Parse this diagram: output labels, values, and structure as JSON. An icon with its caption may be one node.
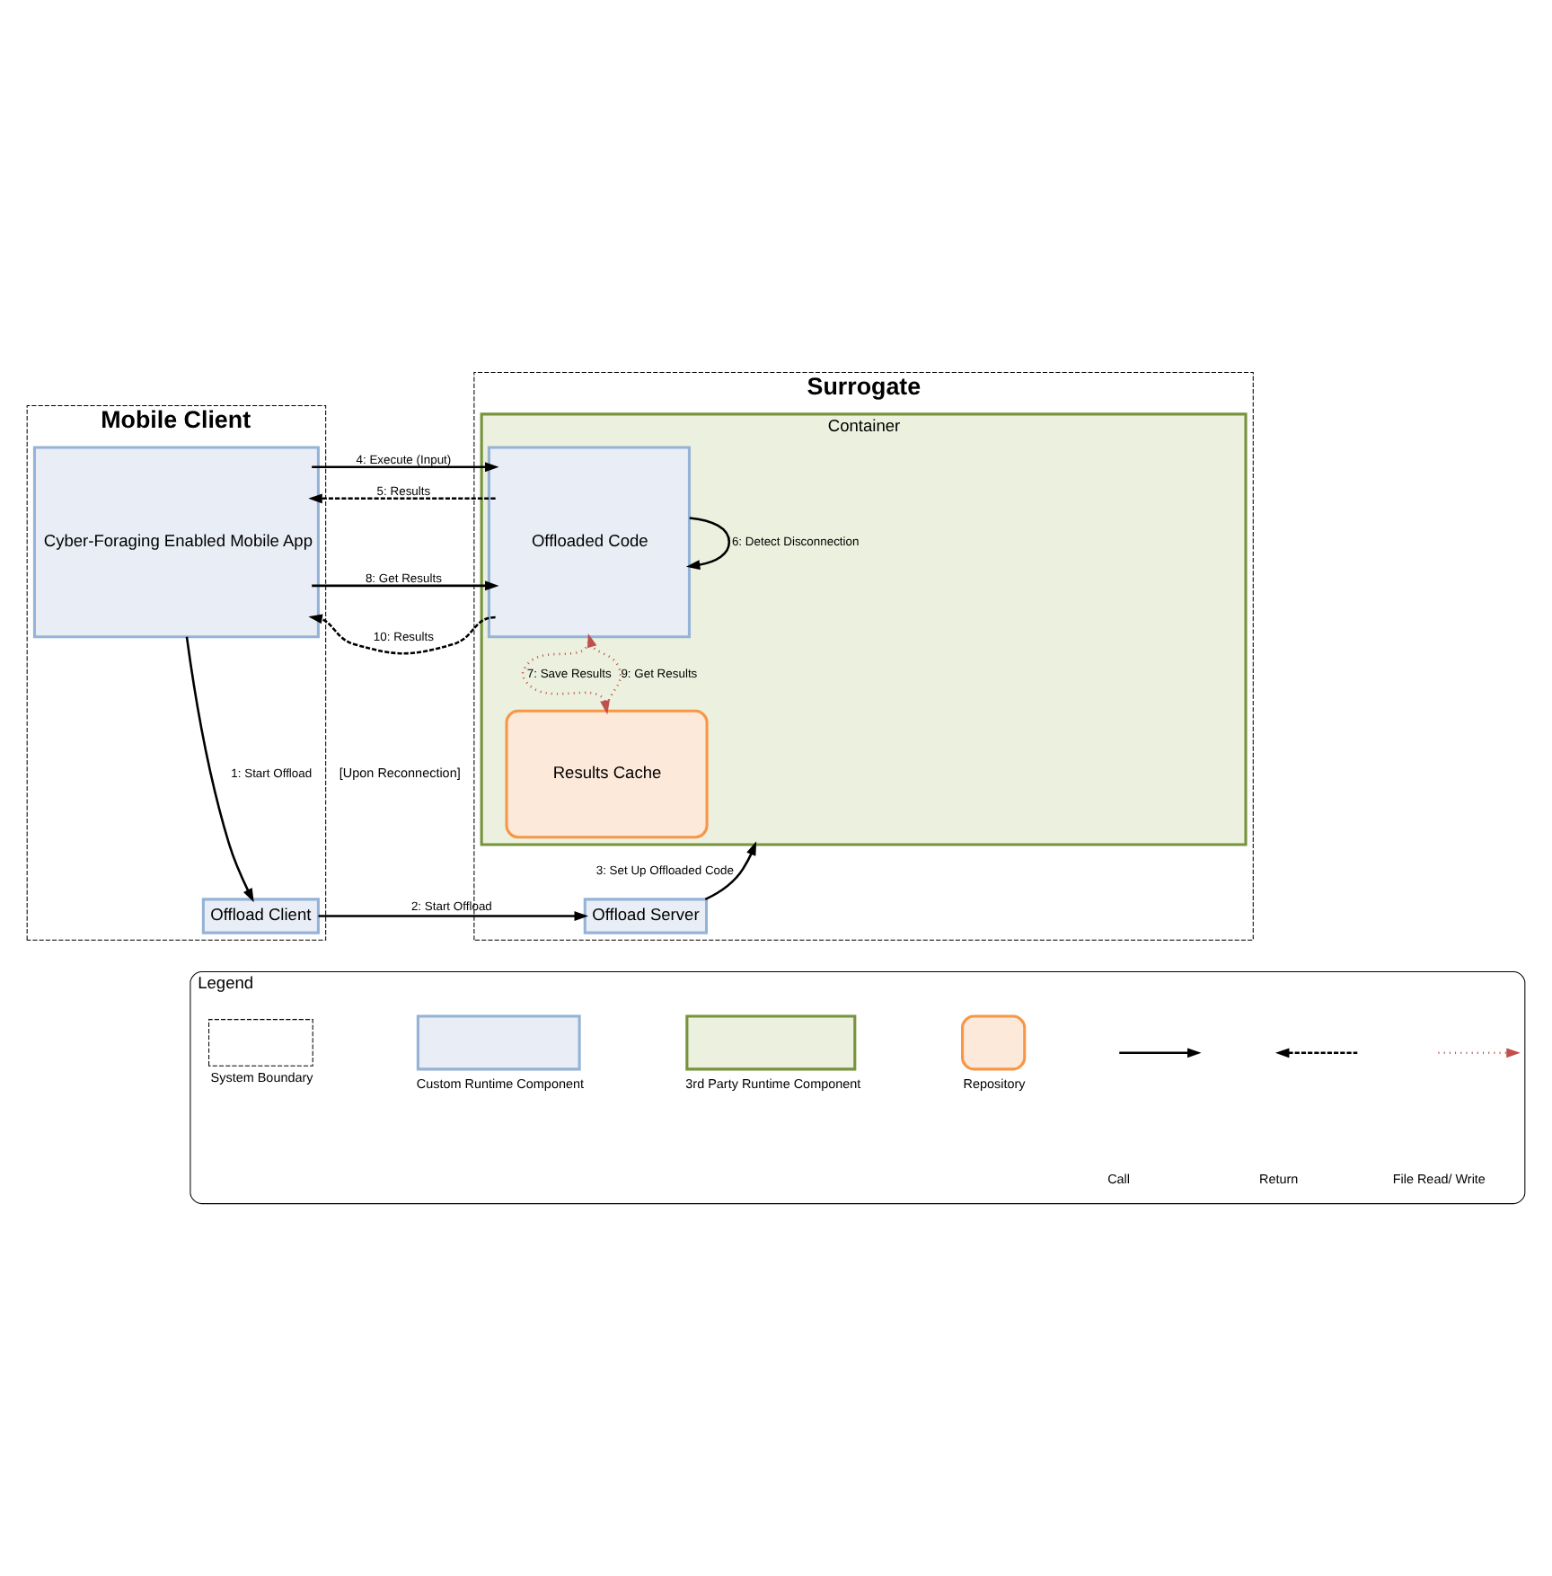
{
  "diagram": {
    "nodes": [
      {
        "text": [
          "Mobile Client"
        ]
      },
      {
        "text": [
          "Cyber-Foraging Enabled Mobile App"
        ],
        "in": 0
      },
      {
        "text": [
          "Offload Client"
        ],
        "in": 0
      },
      {
        "text": [
          "Surrogate"
        ]
      },
      {
        "text": [
          "Container"
        ],
        "in": 3
      },
      {
        "text": [
          "Offloaded Code"
        ],
        "in": 4
      },
      {
        "text": [
          "Results Cache"
        ],
        "in": 4
      },
      {
        "text": [
          "Offload Server"
        ],
        "in": 3
      },
      {
        "text": [
          "Legend"
        ]
      }
    ],
    "edges": [
      {
        "from": 1,
        "to": 2,
        "arrow": "to",
        "label": "1: Start Offload"
      },
      {
        "from": 2,
        "to": 7,
        "arrow": "to",
        "label": "2: Start Offload"
      },
      {
        "from": 7,
        "to": 4,
        "arrow": "to",
        "label": "3: Set Up Offloaded Code"
      },
      {
        "from": 1,
        "to": 5,
        "arrow": "to",
        "label": "4: Execute (Input)"
      },
      {
        "from": 5,
        "to": 1,
        "arrow": "to",
        "label": "5: Results",
        "style": "dashed"
      },
      {
        "from": 5,
        "to": 5,
        "arrow": "to",
        "label": "6: Detect Disconnection"
      },
      {
        "from": 5,
        "to": 6,
        "arrow": "to",
        "label": "7: Save Results",
        "style": "dashed",
        "color": "#c0504d"
      },
      {
        "from": 1,
        "to": 5,
        "arrow": "to",
        "label": "8: Get Results"
      },
      {
        "from": 6,
        "to": 5,
        "arrow": "to",
        "label": "9: Get Results",
        "style": "dashed",
        "color": "#c0504d"
      },
      {
        "from": 5,
        "to": 1,
        "arrow": "to",
        "label": "10: Results",
        "style": "dashed"
      }
    ],
    "labels": [
      "[Upon Reconnection]"
    ],
    "legend": [
      {
        "text": "System Boundary"
      },
      {
        "text": "Custom Runtime Component",
        "color": "#e9eef6"
      },
      {
        "text": "3rd Party Runtime Component",
        "color": "#ebf1de"
      },
      {
        "text": "Repository",
        "color": "#fde9d9"
      },
      {
        "text": "Call"
      },
      {
        "text": "Return"
      },
      {
        "text": "File Read/ Write"
      }
    ]
  }
}
